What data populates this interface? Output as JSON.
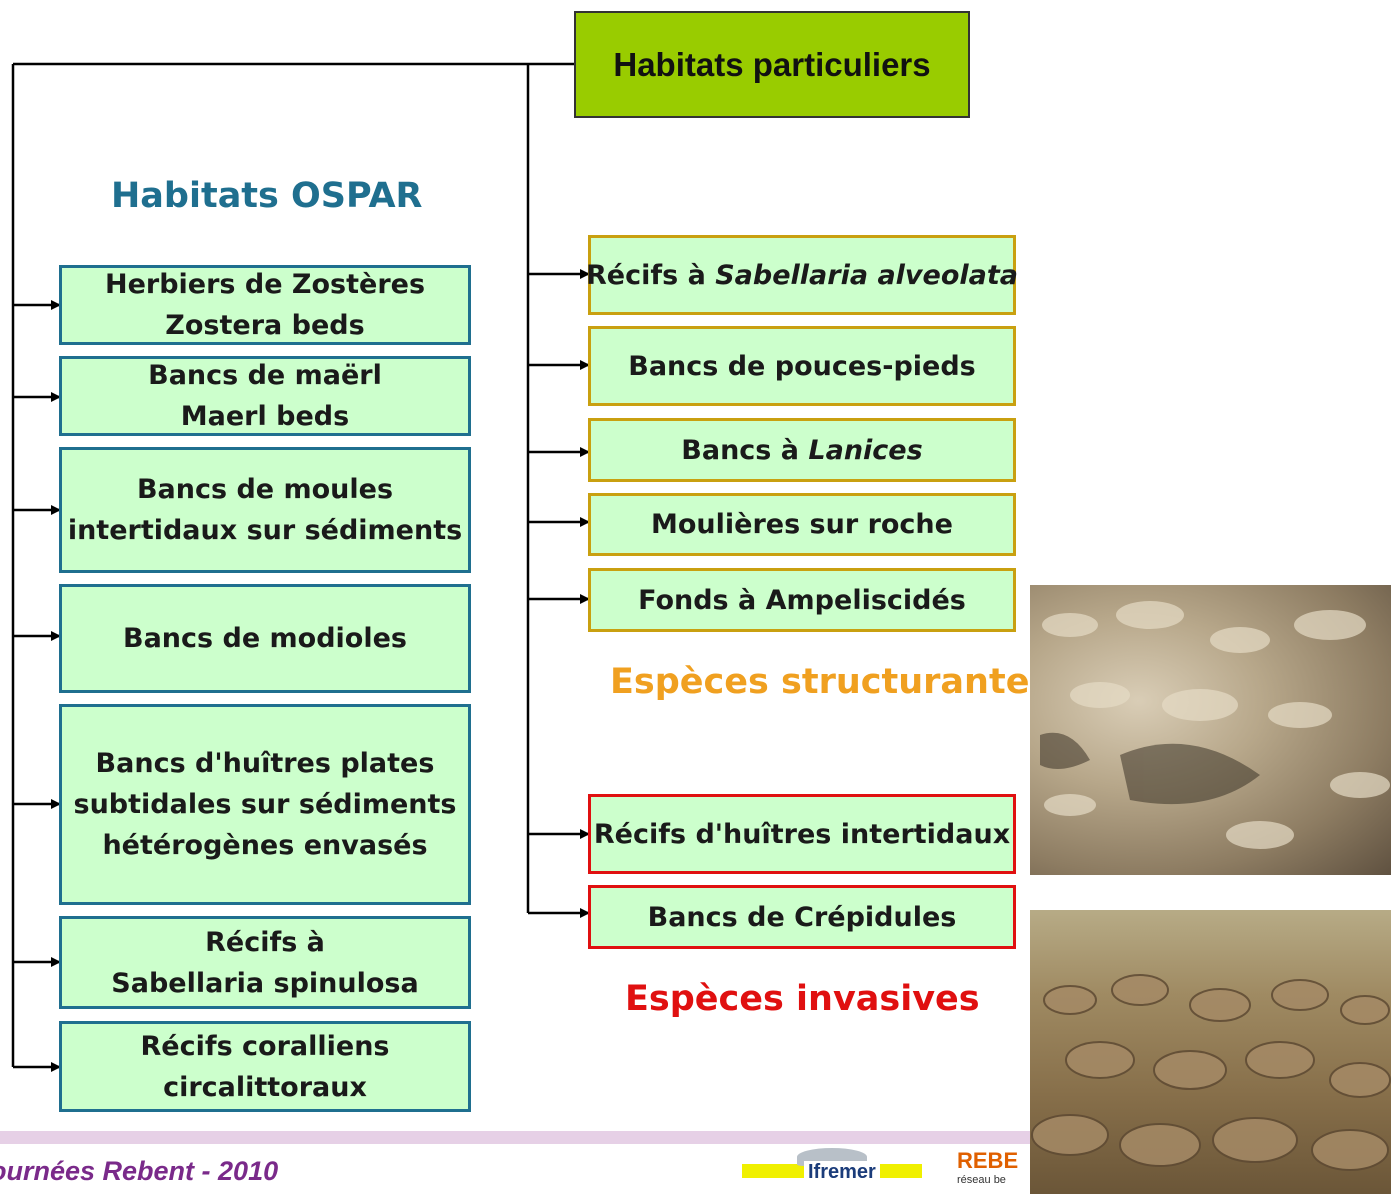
{
  "root": {
    "label": "Habitats particuliers"
  },
  "headings": {
    "ospar": "Habitats OSPAR",
    "structurantes": "Espèces structurantes",
    "invasives": "Espèces invasives"
  },
  "ospar_boxes": [
    {
      "lines": [
        "Herbiers de Zostères",
        "Zostera beds"
      ]
    },
    {
      "lines": [
        "Bancs de maërl",
        "Maerl beds"
      ]
    },
    {
      "lines": [
        "Bancs de moules",
        "intertidaux sur sédiments"
      ]
    },
    {
      "lines": [
        "Bancs de modioles"
      ]
    },
    {
      "lines": [
        "Bancs d'huîtres plates",
        "subtidales sur sédiments",
        "hétérogènes envasés"
      ]
    },
    {
      "lines": [
        "Récifs à",
        "Sabellaria spinulosa"
      ]
    },
    {
      "lines": [
        "Récifs coralliens",
        "circalittoraux"
      ]
    }
  ],
  "struct_boxes": [
    {
      "prefix": "Récifs à ",
      "italic": "Sabellaria alveolata"
    },
    {
      "prefix": "Bancs de pouces-pieds",
      "italic": ""
    },
    {
      "prefix": "Bancs à ",
      "italic": "Lanices"
    },
    {
      "prefix": "Moulières sur roche",
      "italic": ""
    },
    {
      "prefix": "Fonds à Ampeliscidés",
      "italic": ""
    }
  ],
  "inv_boxes": [
    {
      "label": "Récifs d'huîtres intertidaux"
    },
    {
      "label": "Bancs de Crépidules"
    }
  ],
  "footer": {
    "event": "ournées Rebent - 2010",
    "logo_ifremer": "Ifremer",
    "logo_rebent": "REBE",
    "logo_rebent_sub": "réseau be"
  },
  "colors": {
    "root_fill": "#99cc00",
    "box_fill": "#ccffcc",
    "ospar": "#1f6f8f",
    "structurantes": "#f0a020",
    "invasives": "#e01010"
  }
}
